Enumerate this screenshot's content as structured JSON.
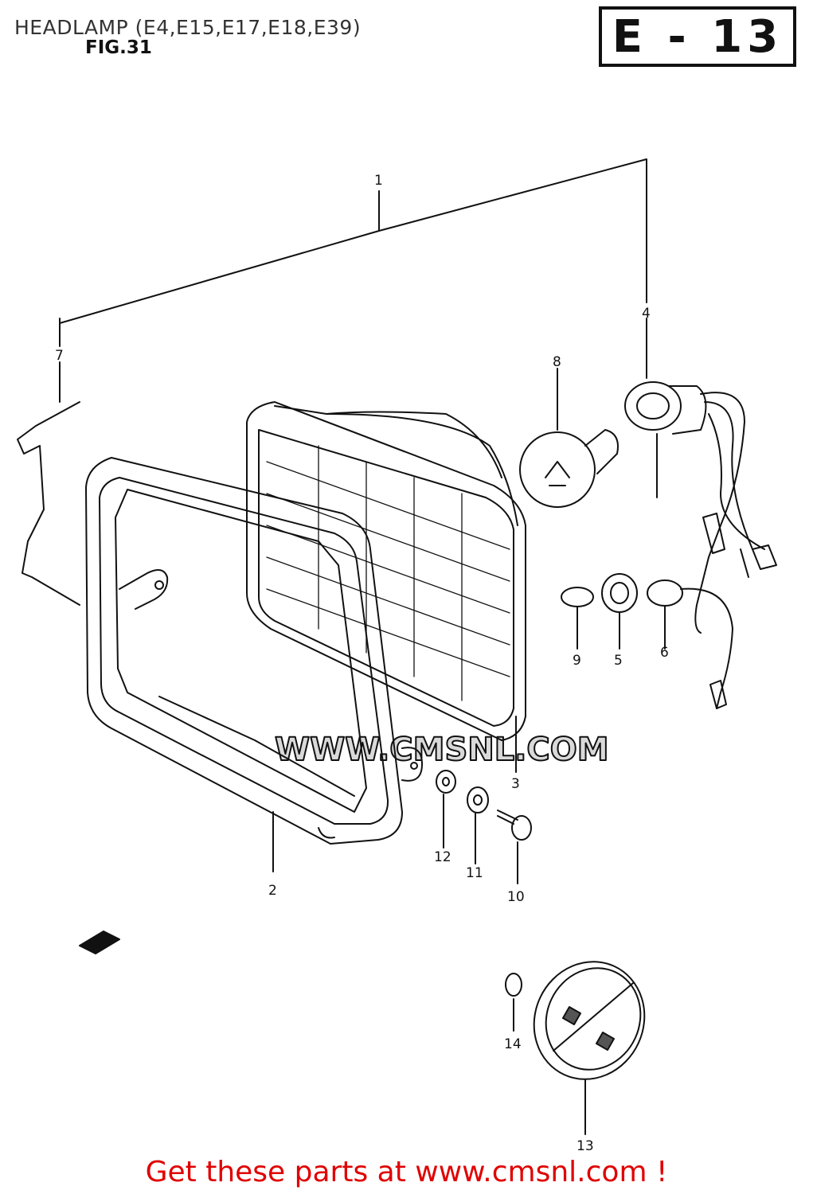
{
  "header": {
    "title": "HEADLAMP (E4,E15,E17,E18,E39)",
    "figure": "FIG.31",
    "section_code": "E - 13"
  },
  "watermark": "WWW.CMSNL.COM",
  "callouts": [
    "1",
    "2",
    "3",
    "4",
    "5",
    "6",
    "7",
    "8",
    "9",
    "10",
    "11",
    "12",
    "13",
    "14"
  ],
  "footer": {
    "link_text": "Get these parts at www.cmsnl.com !"
  },
  "colors": {
    "link": "#e00000",
    "line": "#111111",
    "watermark": "#d9d9d9"
  }
}
